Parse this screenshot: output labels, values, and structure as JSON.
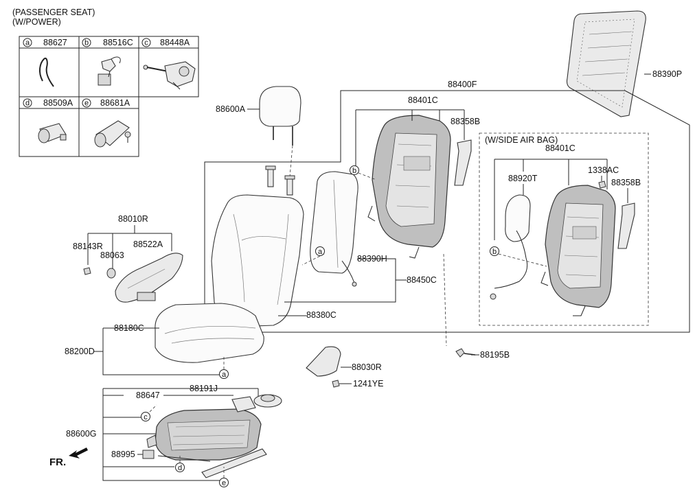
{
  "header": {
    "line1": "(PASSENGER SEAT)",
    "line2": "(W/POWER)"
  },
  "legend": [
    {
      "letter": "a",
      "code": "88627"
    },
    {
      "letter": "b",
      "code": "88516C"
    },
    {
      "letter": "c",
      "code": "88448A"
    },
    {
      "letter": "d",
      "code": "88509A"
    },
    {
      "letter": "e",
      "code": "88681A"
    }
  ],
  "subassembly": "(W/SIDE AIR BAG)",
  "labels": {
    "l88390P": "88390P",
    "l88400F": "88400F",
    "l88401C": "88401C",
    "l88358B": "88358B",
    "l88600A": "88600A",
    "l88010R": "88010R",
    "l88143R": "88143R",
    "l88063": "88063",
    "l88522A": "88522A",
    "l88390H": "88390H",
    "l88450C": "88450C",
    "l88380C": "88380C",
    "l88180C": "88180C",
    "l88200D": "88200D",
    "l88195B": "88195B",
    "l88030R": "88030R",
    "l1241YE": "1241YE",
    "l88647": "88647",
    "l88191J": "88191J",
    "l88600G": "88600G",
    "l88995": "88995",
    "l88401C_ab": "88401C",
    "l88920T": "88920T",
    "l1338AC": "1338AC",
    "l88358B_ab": "88358B",
    "fr": "FR."
  },
  "callouts": {
    "a": "a",
    "b": "b",
    "c": "c",
    "d": "d",
    "e": "e"
  }
}
